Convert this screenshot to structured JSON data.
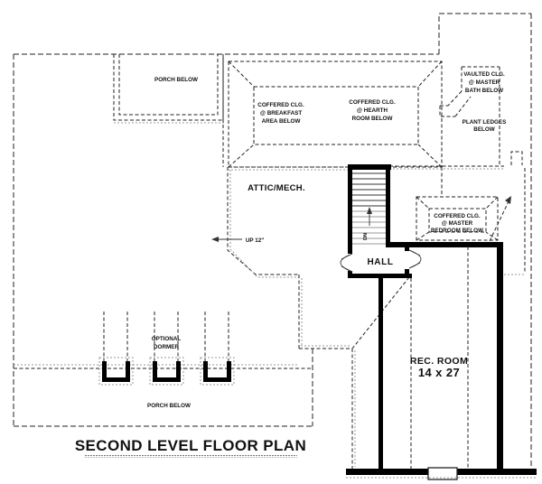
{
  "title": "SECOND LEVEL FLOOR PLAN",
  "labels": {
    "porch_top": "PORCH BELOW",
    "breakfast": [
      "COFFERED CLG.",
      "@ BREAKFAST",
      "AREA BELOW"
    ],
    "hearth": [
      "COFFERED CLG.",
      "@ HEARTH",
      "ROOM BELOW"
    ],
    "vaulted_bath": [
      "VAULTED CLG.",
      "@ MASTER",
      "BATH BELOW"
    ],
    "plant_ledges": [
      "PLANT LEDGES",
      "BELOW"
    ],
    "attic": "ATTIC/MECH.",
    "up": "UP 12\"",
    "dn": "DN",
    "master_bedroom": [
      "COFFERED CLG.",
      "@ MASTER",
      "BEDROOM BELOW"
    ],
    "hall": "HALL",
    "optional_dormer": [
      "OPTIONAL",
      "DORMER"
    ],
    "porch_bottom": "PORCH BELOW",
    "rec_room_name": "REC. ROOM",
    "rec_room_size": "14 x 27"
  },
  "colors": {
    "background": "#ffffff",
    "wall": "#000000",
    "dashed_line": "#222222",
    "roof_line": "#999999",
    "text": "#111111"
  }
}
